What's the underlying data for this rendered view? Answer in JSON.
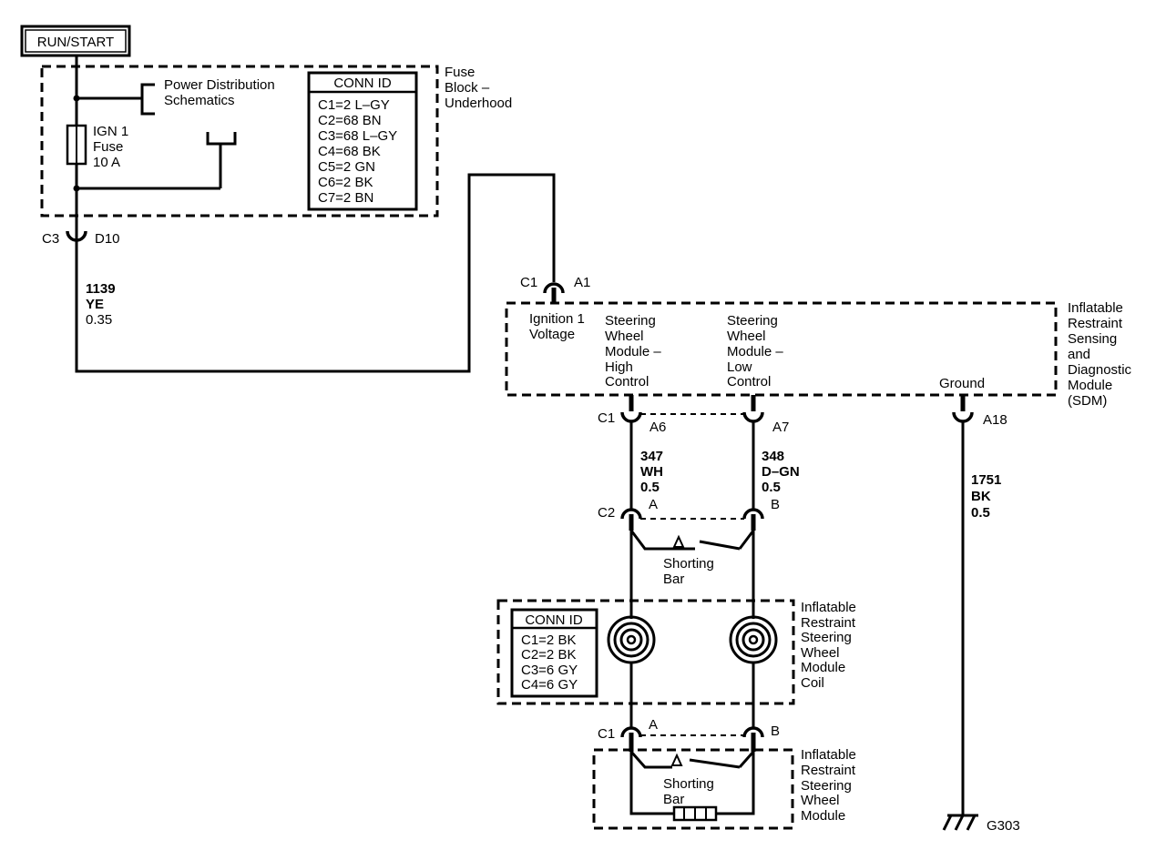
{
  "power": {
    "label": "RUN/START"
  },
  "fuse_block": {
    "name_lines": [
      "Fuse",
      "Block –",
      "Underhood"
    ],
    "power_distribution_lines": [
      "Power Distribution",
      "Schematics"
    ],
    "fuse_lines": [
      "IGN 1",
      "Fuse",
      "10 A"
    ],
    "conn_id": {
      "title": "CONN ID",
      "rows": [
        "C1=2 L–GY",
        "C2=68 BN",
        "C3=68 L–GY",
        "C4=68 BK",
        "C5=2 GN",
        "C6=2 BK",
        "C7=2 BN"
      ]
    },
    "connector": "C3",
    "pin": "D10"
  },
  "wire_ign": {
    "circuit": "1139",
    "color": "YE",
    "gauge": "0.35"
  },
  "sdm": {
    "name_lines": [
      "Inflatable",
      "Restraint",
      "Sensing",
      "and",
      "Diagnostic",
      "Module",
      "(SDM)"
    ],
    "input_connector": "C1",
    "input_pin": "A1",
    "ignition_label_lines": [
      "Ignition 1",
      "Voltage"
    ],
    "high_control_lines": [
      "Steering",
      "Wheel",
      "Module –",
      "High",
      "Control"
    ],
    "low_control_lines": [
      "Steering",
      "Wheel",
      "Module –",
      "Low",
      "Control"
    ],
    "ground_label": "Ground",
    "out_connector": "C1",
    "pin_high": "A6",
    "pin_low": "A7",
    "pin_ground": "A18"
  },
  "wire_high": {
    "circuit": "347",
    "color": "WH",
    "gauge": "0.5"
  },
  "wire_low": {
    "circuit": "348",
    "color": "D–GN",
    "gauge": "0.5"
  },
  "wire_ground": {
    "circuit": "1751",
    "color": "BK",
    "gauge": "0.5"
  },
  "c2_connector": {
    "name": "C2",
    "pin_a": "A",
    "pin_b": "B",
    "shorting_bar_lines": [
      "Shorting",
      "Bar"
    ]
  },
  "coil": {
    "name_lines": [
      "Inflatable",
      "Restraint",
      "Steering",
      "Wheel",
      "Module",
      "Coil"
    ],
    "conn_id": {
      "title": "CONN ID",
      "rows": [
        "C1=2 BK",
        "C2=2 BK",
        "C3=6 GY",
        "C4=6 GY"
      ]
    }
  },
  "module": {
    "connector": "C1",
    "pin_a": "A",
    "pin_b": "B",
    "shorting_bar_lines": [
      "Shorting",
      "Bar"
    ],
    "name_lines": [
      "Inflatable",
      "Restraint",
      "Steering",
      "Wheel",
      "Module"
    ]
  },
  "ground_point": {
    "label": "G303"
  }
}
